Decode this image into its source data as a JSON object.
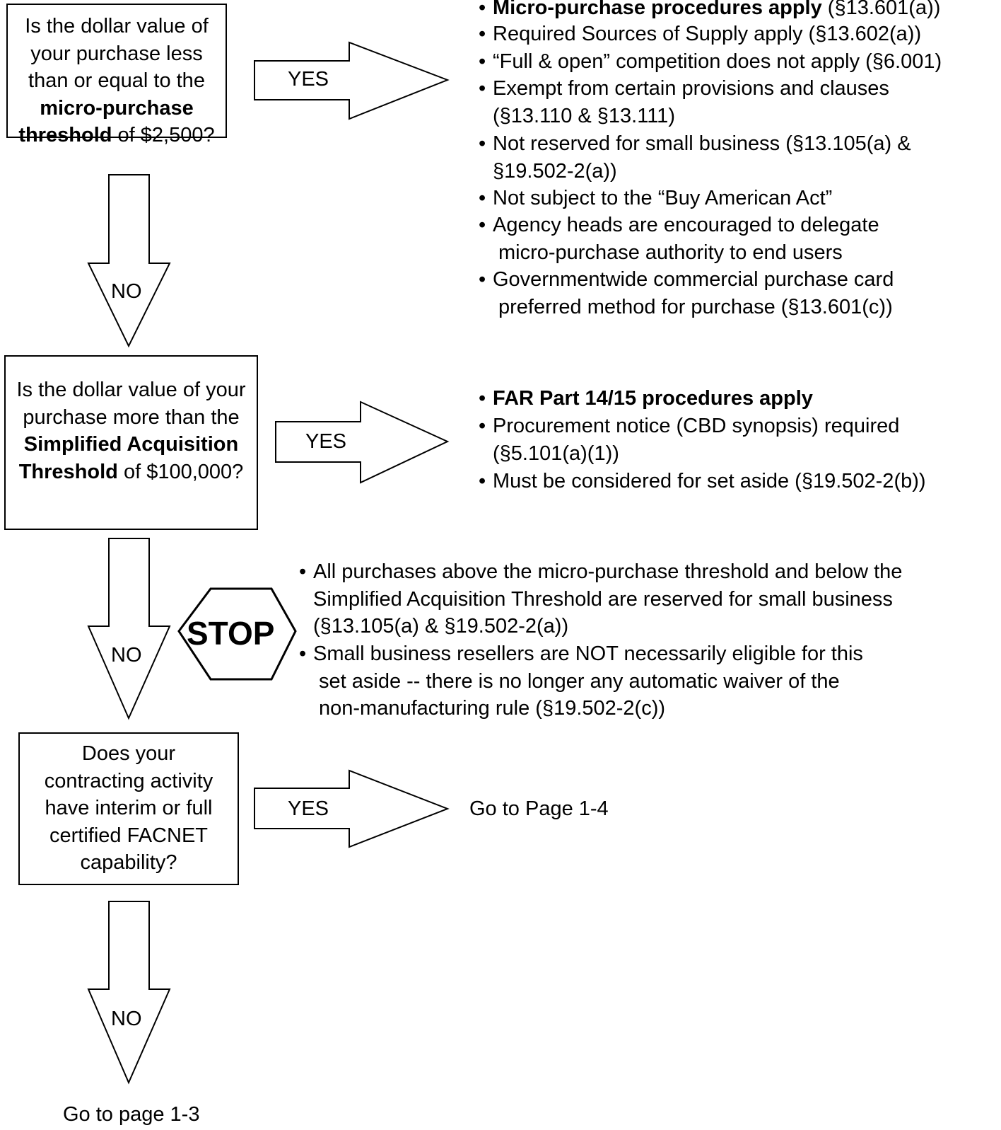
{
  "questions": [
    {
      "pre": "Is the dollar value of your purchase less than or equal to the",
      "bold": "micro-purchase threshold",
      "post": "of $2,500?"
    },
    {
      "pre": "Is the dollar value of your purchase more than the",
      "bold": "Simplified Acquisition Threshold",
      "post": "of $100,000?"
    },
    {
      "text": "Does your contracting activity have interim or full certified FACNET capability?"
    }
  ],
  "arrow_labels": {
    "yes": "YES",
    "no": "NO"
  },
  "stop_sign": "STOP",
  "micro_purchase_list": [
    {
      "bold": "Micro-purchase procedures apply",
      "rest": " (§13.601(a))"
    },
    {
      "text": "Required Sources of Supply apply (§13.602(a))"
    },
    {
      "text": "“Full & open” competition does not apply (§6.001)"
    },
    {
      "text": "Exempt from certain provisions and clauses",
      "cont": "(§13.110 & §13.111)"
    },
    {
      "text": "Not reserved for small business (§13.105(a) &",
      "cont": "§19.502-2(a))"
    },
    {
      "text": "Not subject to the “Buy American Act”"
    },
    {
      "text": "Agency heads are encouraged to delegate",
      "cont": "micro-purchase authority to end users"
    },
    {
      "text": "Governmentwide commercial purchase card",
      "cont": "preferred method for purchase (§13.601(c))"
    }
  ],
  "sat_list": [
    {
      "bold": "FAR Part 14/15 procedures apply"
    },
    {
      "text": "Procurement notice (CBD synopsis) required",
      "cont": "(§5.101(a)(1))"
    },
    {
      "text": "Must be considered for set aside (§19.502-2(b))"
    }
  ],
  "stop_list": [
    {
      "text": "All purchases above the micro-purchase threshold and below the",
      "cont": "Simplified Acquisition Threshold are reserved for small business",
      "cont2": "(§13.105(a) & §19.502-2(a))"
    },
    {
      "text": "Small business resellers are NOT necessarily eligible for this",
      "cont": "set aside -- there is no longer any automatic waiver of the",
      "cont2": "non-manufacturing rule (§19.502-2(c))"
    }
  ],
  "goto_yes": "Go to Page 1-4",
  "goto_no": "Go to page 1-3",
  "bullet": "•"
}
